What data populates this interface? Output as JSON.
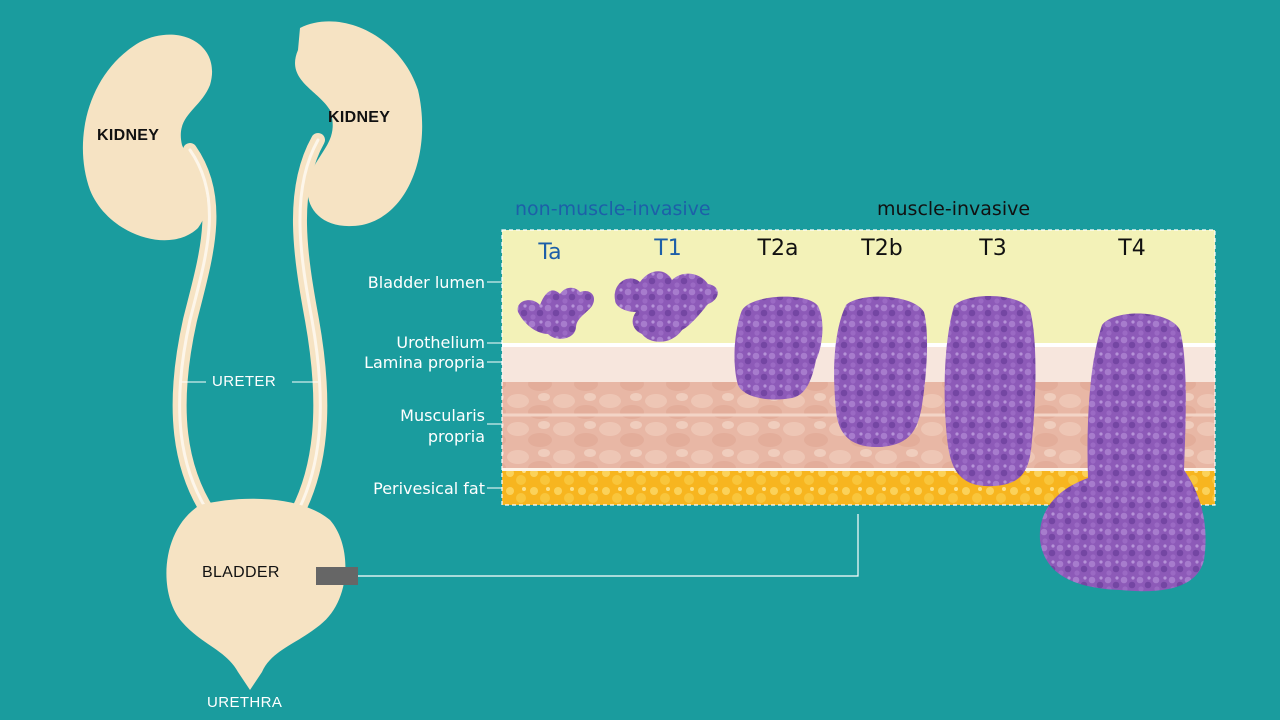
{
  "organs": {
    "kidney_left": "KIDNEY",
    "kidney_right": "KIDNEY",
    "ureter": "URETER",
    "bladder": "BLADDER",
    "urethra": "URETHRA"
  },
  "groups": {
    "non_invasive": "non-muscle-invasive",
    "invasive": "muscle-invasive"
  },
  "layers": {
    "lumen": "Bladder lumen",
    "urothelium": "Urothelium",
    "lamina": "Lamina propria",
    "muscularis_1": "Muscularis",
    "muscularis_2": "propria",
    "fat": "Perivesical fat"
  },
  "stages": {
    "ta": "Ta",
    "t1": "T1",
    "t2a": "T2a",
    "t2b": "T2b",
    "t3": "T3",
    "t4": "T4"
  },
  "colors": {
    "background": "#1a9c9e",
    "organ": "#f6e3c3",
    "lumen": "#f3f2b8",
    "lamina": "#f7e6dd",
    "muscle": "#e9bba9",
    "fat": "#f8b823",
    "tumor": "#8a56b5",
    "non_invasive_text": "#1d5fa8",
    "invasive_text": "#111111"
  }
}
